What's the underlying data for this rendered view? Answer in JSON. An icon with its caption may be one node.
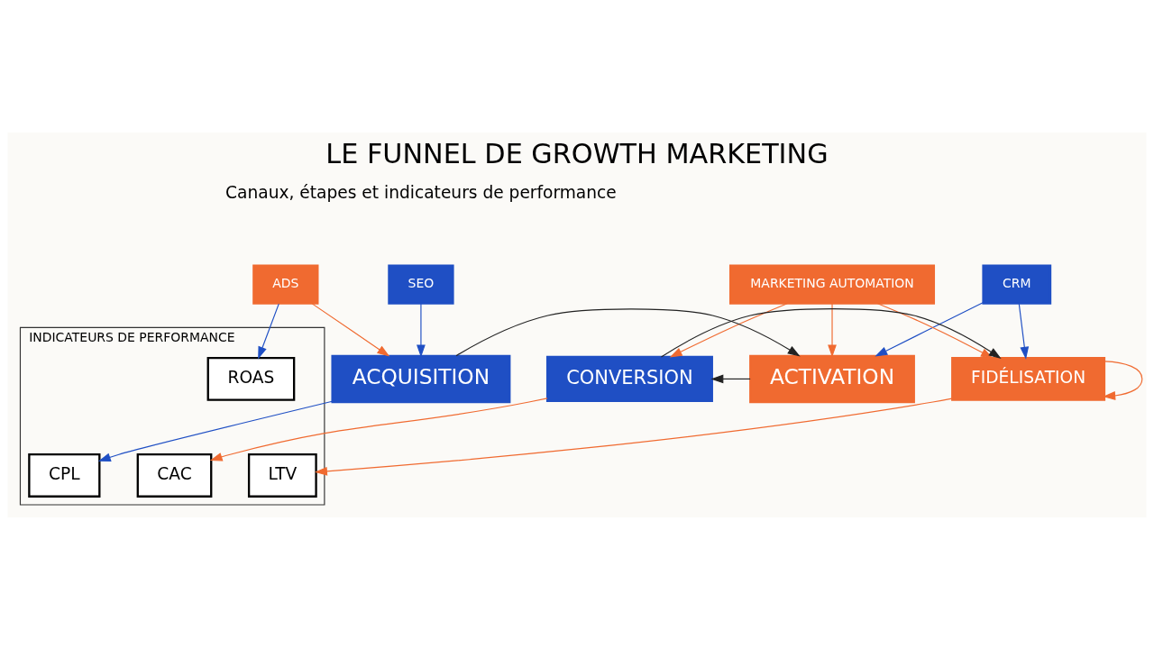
{
  "diagram": {
    "title": "LE FUNNEL DE GROWTH MARKETING",
    "nodes": [
      {
        "text": [
          "SEO"
        ]
      },
      {
        "text": [
          "ADS"
        ]
      },
      {
        "text": [
          "CRM"
        ]
      },
      {
        "text": [
          "MARKETING AUTOMATION"
        ]
      },
      {
        "text": [
          "ACQUISITION"
        ]
      },
      {
        "text": [
          "ACTIVATION"
        ]
      },
      {
        "text": [
          "CONVERSION"
        ]
      },
      {
        "text": [
          "FIDÉLISATION"
        ]
      },
      {
        "text": [
          "INDICATEURS DE PERFORMANCE"
        ]
      },
      {
        "text": [
          "CPL"
        ],
        "in": 8
      },
      {
        "text": [
          "CAC"
        ],
        "in": 8
      },
      {
        "text": [
          "ROAS"
        ],
        "in": 8
      },
      {
        "text": [
          "LTV"
        ],
        "in": 8
      }
    ],
    "edges": [
      {
        "from": 0,
        "to": 4,
        "arrow": "to",
        "color": "#1f4fc4"
      },
      {
        "from": 1,
        "to": 4,
        "arrow": "to",
        "color": "#f06a30"
      },
      {
        "from": 1,
        "to": 11,
        "arrow": "to",
        "color": "#1f4fc4"
      },
      {
        "from": 2,
        "to": 5,
        "arrow": "to",
        "color": "#1f4fc4"
      },
      {
        "from": 2,
        "to": 7,
        "arrow": "to",
        "color": "#1f4fc4"
      },
      {
        "from": 3,
        "to": 5,
        "arrow": "to",
        "color": "#f06a30"
      },
      {
        "from": 3,
        "to": 6,
        "arrow": "to",
        "color": "#f06a30"
      },
      {
        "from": 3,
        "to": 7,
        "arrow": "to",
        "color": "#f06a30"
      },
      {
        "from": 7,
        "to": 7,
        "arrow": "to",
        "color": "#f06a30"
      },
      {
        "from": 4,
        "to": 5,
        "arrow": "to",
        "color": "#222222"
      },
      {
        "from": 5,
        "to": 6,
        "arrow": "to",
        "color": "#222222"
      },
      {
        "from": 6,
        "to": 7,
        "arrow": "to",
        "color": "#222222"
      },
      {
        "from": 4,
        "to": 9,
        "arrow": "to",
        "color": "#1f4fc4"
      },
      {
        "from": 6,
        "to": 10,
        "arrow": "to",
        "color": "#f06a30"
      },
      {
        "from": 7,
        "to": 12,
        "arrow": "to",
        "color": "#f06a30"
      }
    ],
    "labels": [
      "Canaux, étapes et indicateurs de performance"
    ]
  }
}
